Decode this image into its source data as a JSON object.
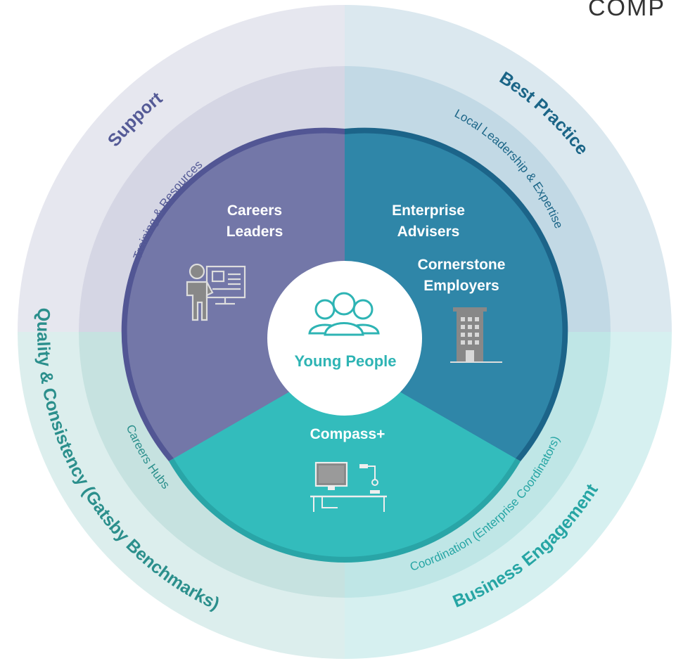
{
  "corner_text": "COMP",
  "colors": {
    "outer_support": "#e6e7ef",
    "outer_best_practice": "#dbe8ef",
    "outer_quality": "#dceeed",
    "outer_business": "#d6f0f0",
    "mid_support": "#d5d6e4",
    "mid_best_practice": "#c2d9e5",
    "mid_quality": "#c6e2e0",
    "mid_business": "#bfe6e6",
    "leaders": "#7377a8",
    "leaders_border": "#525694",
    "advisers": "#2f86a8",
    "advisers_border": "#1c6489",
    "compass": "#33bcbc",
    "compass_border": "#29a5a7",
    "icon_gray": "#888888",
    "center_text": "#2eb4b4",
    "text_support": "#545a96",
    "text_best_practice": "#1b6587",
    "text_quality": "#2b8f8c",
    "text_business": "#26a5a4"
  },
  "outer_ring": {
    "support": "Support",
    "best_practice": "Best Practice",
    "quality": "Quality & Consistency (Gatsby Benchmarks)",
    "business": "Business Engagement"
  },
  "middle_ring": {
    "training": "Training & Resources",
    "local_leadership": "Local Leadership & Expertise",
    "careers_hubs": "Careers Hubs",
    "coordination": "Coordination (Enterprise Coordinators)"
  },
  "segments": {
    "leaders": {
      "line1": "Careers",
      "line2": "Leaders",
      "icon": "presenter-icon"
    },
    "advisers": {
      "line1": "Enterprise",
      "line2": "Advisers",
      "line3": "Cornerstone",
      "line4": "Employers",
      "icon": "building-icon"
    },
    "compass": {
      "label": "Compass+",
      "icon": "computer-desk-icon"
    }
  },
  "center": {
    "label": "Young People",
    "icon": "people-group-icon"
  }
}
